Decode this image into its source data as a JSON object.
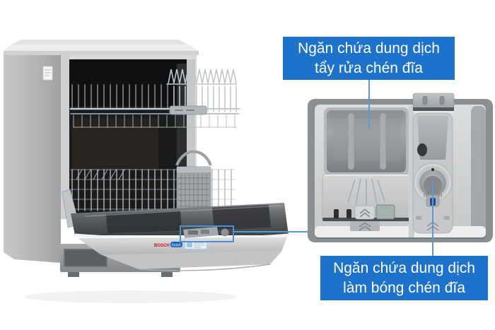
{
  "figure": {
    "background": "#ffffff",
    "annotation": {
      "accent_blue": "#1d72cc",
      "connector_color": "#5d99d6",
      "highlight_box_color": "#4c8fd2",
      "labels": {
        "detergent": {
          "line1": "Ngăn chứa dung dịch",
          "line2": "tẩy rửa chén đĩa"
        },
        "rinse_aid": {
          "line1": "Ngăn chứa dung dịch",
          "line2": "làm bóng chén đĩa"
        }
      }
    },
    "product": {
      "door_badges": {
        "bosch": "BOSCH",
        "bosch_color": "#d1101a",
        "finish": "finish",
        "finish_color": "#1565c0"
      }
    }
  }
}
